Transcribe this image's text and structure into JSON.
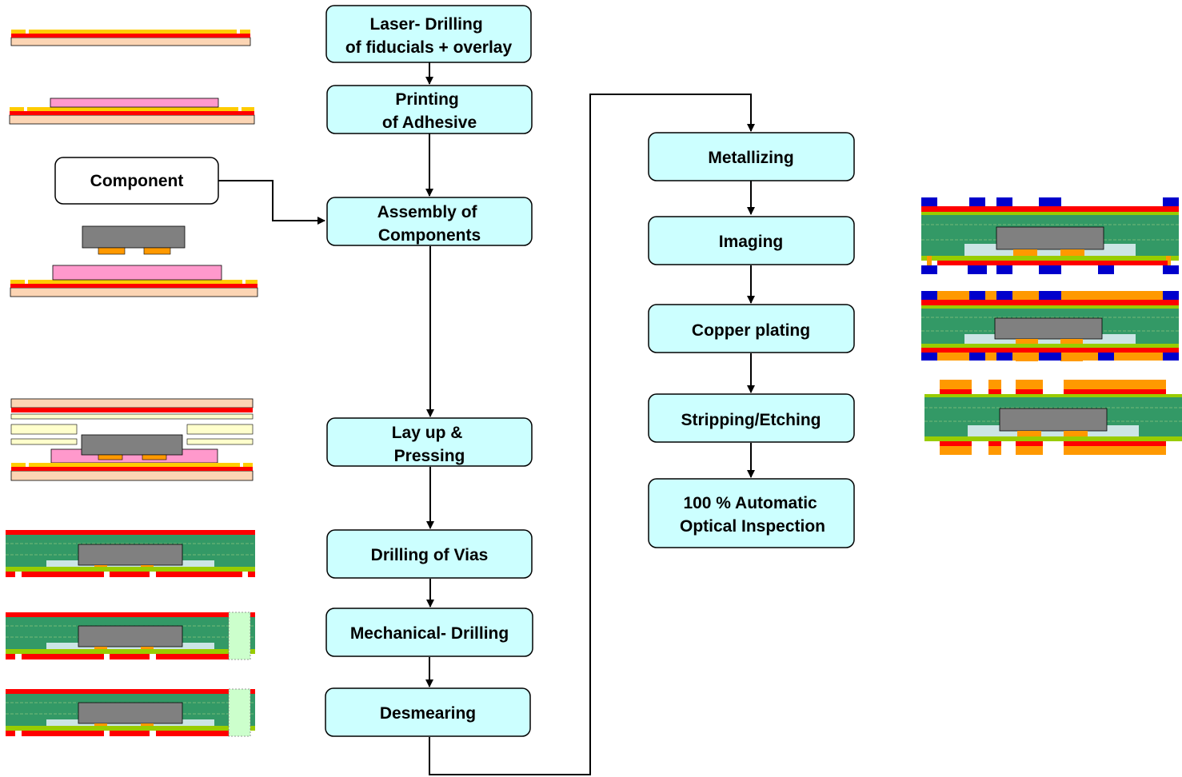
{
  "colors": {
    "step_fill": "#ccffff",
    "component_fill": "#ffffff",
    "copper_red": "#ff0000",
    "adhesive_yellow": "#ffcc00",
    "carrier_peach": "#fcd5b4",
    "adhesive_pink": "#ff99cc",
    "chip_gray": "#808080",
    "pad_orange": "#ff9900",
    "prepreg_yellow": "#ffffcc",
    "core_green": "#339966",
    "layer_lime": "#99cc00",
    "cavity_lightblue": "#cce5e5",
    "via_lightgreen": "#ccffcc",
    "resist_blue": "#0000cc"
  },
  "component_box": {
    "label": "Component"
  },
  "steps": [
    {
      "id": "laser-drilling",
      "lines": [
        "Laser- Drilling",
        "of fiducials + overlay"
      ]
    },
    {
      "id": "printing-adhesive",
      "lines": [
        "Printing",
        "of Adhesive"
      ]
    },
    {
      "id": "assembly-components",
      "lines": [
        "Assembly of",
        "Components"
      ]
    },
    {
      "id": "lay-up-pressing",
      "lines": [
        "Lay up &",
        "Pressing"
      ]
    },
    {
      "id": "drilling-vias",
      "lines": [
        "Drilling of Vias"
      ]
    },
    {
      "id": "mechanical-drilling",
      "lines": [
        "Mechanical- Drilling"
      ]
    },
    {
      "id": "desmearing",
      "lines": [
        "Desmearing"
      ]
    },
    {
      "id": "metallizing",
      "lines": [
        "Metallizing"
      ]
    },
    {
      "id": "imaging",
      "lines": [
        "Imaging"
      ]
    },
    {
      "id": "copper-plating",
      "lines": [
        "Copper plating"
      ]
    },
    {
      "id": "stripping-etching",
      "lines": [
        "Stripping/Etching"
      ]
    },
    {
      "id": "automatic-optical-inspection",
      "lines": [
        "100 % Automatic",
        "Optical Inspection"
      ]
    }
  ]
}
